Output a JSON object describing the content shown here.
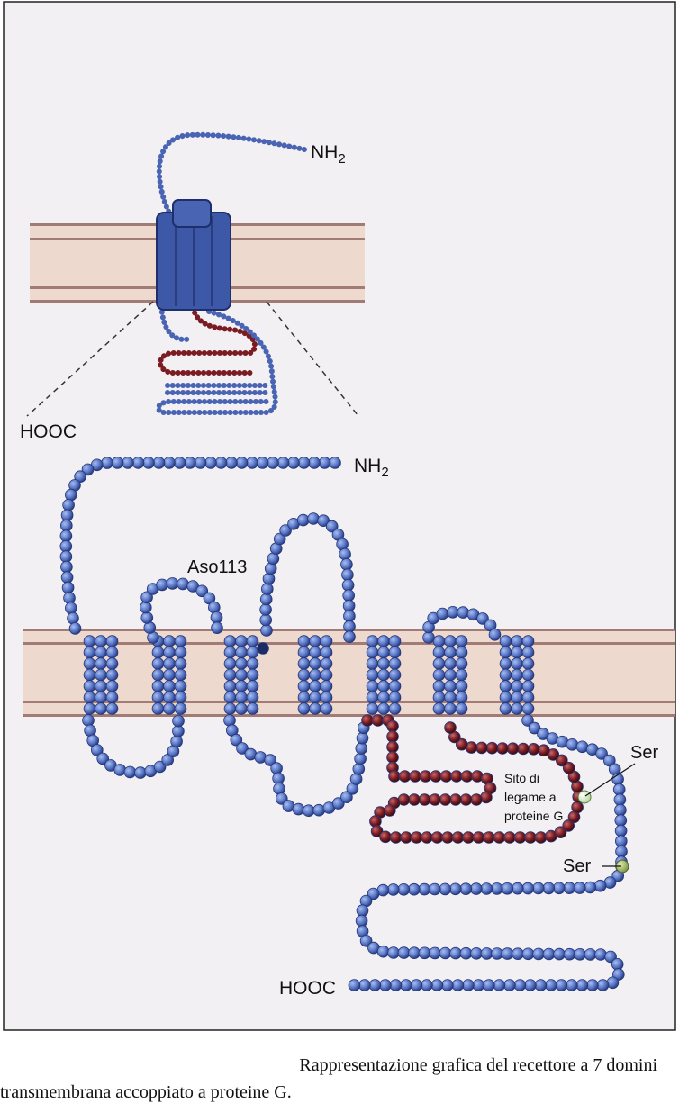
{
  "labels": {
    "top_nh2": "NH2",
    "top_hooc": "HOOC",
    "main_nh2": "NH2",
    "aso": "Aso113",
    "ser1": "Ser",
    "ser2": "Ser",
    "site_line1": "Sito di",
    "site_line2": "legame a",
    "site_line3": "proteine G",
    "main_hooc": "HOOC"
  },
  "caption": {
    "line1": "Rappresentazione grafica del recettore a 7 domini",
    "line2": "transmembrana accoppiato a proteine G."
  },
  "colors": {
    "bead_blue": "#5a78c8",
    "bead_red": "#7a1c22",
    "membrane": "#eed9cf",
    "membrane_line": "#a17c76",
    "panel_bg": "#f2f0f3"
  }
}
